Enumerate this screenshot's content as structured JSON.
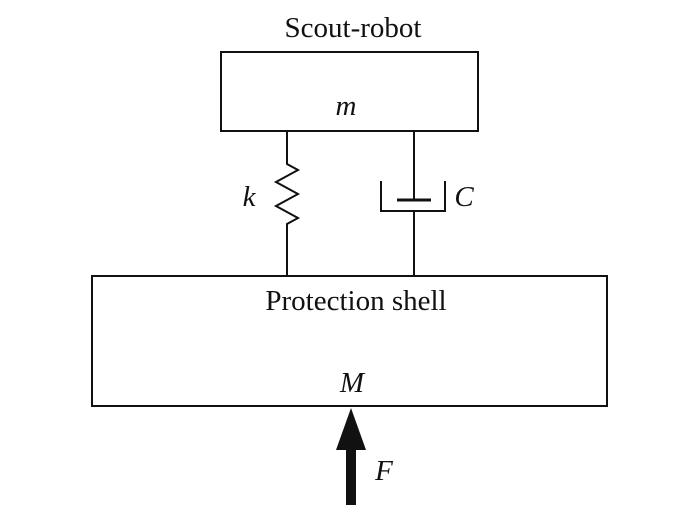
{
  "diagram": {
    "robot_label": "Scout-robot",
    "robot_mass": "m",
    "spring_label": "k",
    "damper_label": "C",
    "shell_label": "Protection shell",
    "shell_mass": "M",
    "force_label": "F"
  },
  "colors": {
    "line": "#111111",
    "background": "#ffffff"
  }
}
